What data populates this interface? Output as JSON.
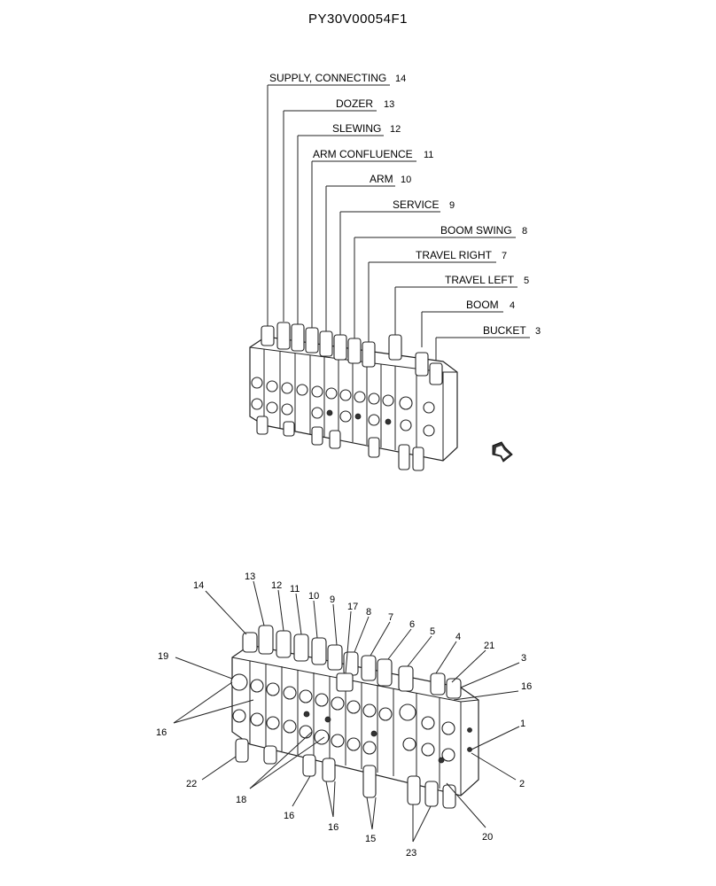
{
  "document_code": "PY30V00054F1",
  "top_view": {
    "labels": [
      {
        "text": "SUPPLY, CONNECTING",
        "num": "14"
      },
      {
        "text": "DOZER",
        "num": "13"
      },
      {
        "text": "SLEWING",
        "num": "12"
      },
      {
        "text": "ARM CONFLUENCE",
        "num": "11"
      },
      {
        "text": "ARM",
        "num": "10"
      },
      {
        "text": "SERVICE",
        "num": "9"
      },
      {
        "text": "BOOM SWING",
        "num": "8"
      },
      {
        "text": "TRAVEL RIGHT",
        "num": "7"
      },
      {
        "text": "TRAVEL LEFT",
        "num": "5"
      },
      {
        "text": "BOOM",
        "num": "4"
      },
      {
        "text": "BUCKET",
        "num": "3"
      }
    ]
  },
  "bottom_view": {
    "callouts": [
      "14",
      "13",
      "12",
      "11",
      "10",
      "9",
      "17",
      "8",
      "7",
      "6",
      "5",
      "4",
      "21",
      "3",
      "19",
      "16",
      "16",
      "1",
      "2",
      "22",
      "18",
      "16",
      "16",
      "15",
      "20",
      "23"
    ]
  }
}
